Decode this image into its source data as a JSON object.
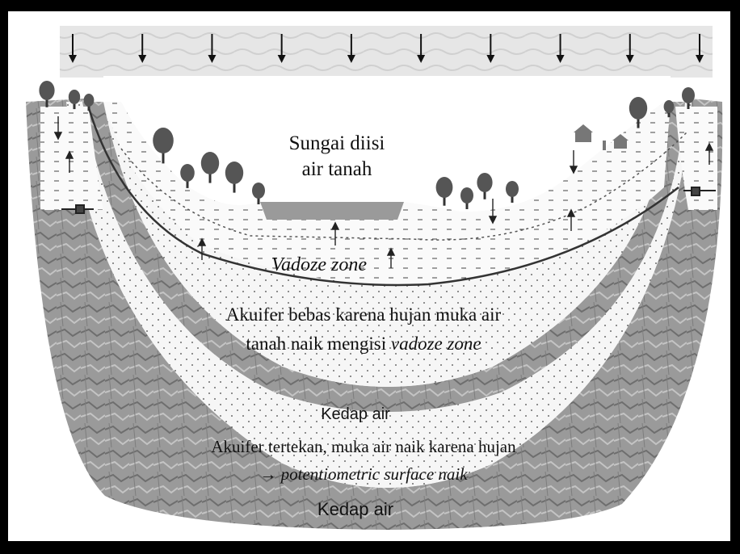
{
  "diagram": {
    "labels": {
      "river": [
        "Sungai diisi",
        "air tanah"
      ],
      "vadoze_zone": "Vadoze zone",
      "unconfined_line1": "Akuifer bebas karena hujan muka air",
      "unconfined_line2_prefix": "tanah naik mengisi ",
      "unconfined_line2_italic": "vadoze zone",
      "impermeable_upper": "Kedap air",
      "confined_line1": "Akuifer tertekan, muka air naik karena hujan",
      "confined_arrow": "→ ",
      "confined_line2": "potentiometric surface naik",
      "impermeable_lower": "Kedap air"
    },
    "rain_arrow_count": 10,
    "colors": {
      "background": "#000000",
      "panel": "#ffffff",
      "rock": "#8a8a8a",
      "rock_light": "#b5b5b5",
      "aquifer_fill": "#f4f4f4",
      "water": "#9a9a9a",
      "tree": "#555555"
    }
  }
}
